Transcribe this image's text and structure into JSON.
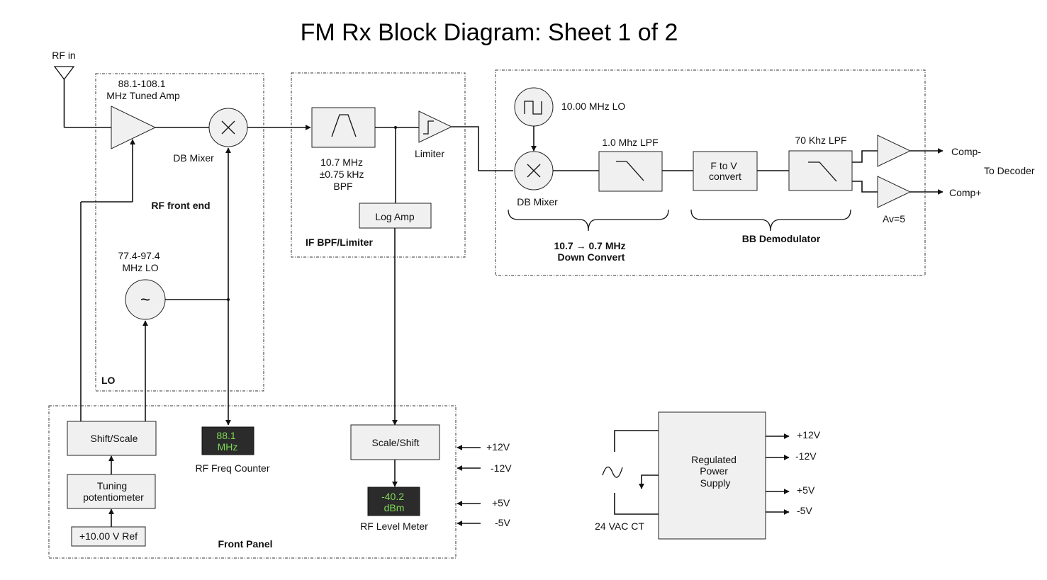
{
  "title": "FM Rx Block Diagram: Sheet 1 of 2",
  "colors": {
    "display_bg": "#2b2b2b",
    "display_text": "#7ed957",
    "block_fill": "#f0f0f0"
  },
  "rf_in": "RF in",
  "groups": {
    "rf_front_end": "RF front end",
    "lo": "LO",
    "if_bpf_limiter": "IF BPF/Limiter",
    "front_panel": "Front Panel",
    "down_convert": [
      "10.7 → 0.7 MHz",
      "Down Convert"
    ],
    "bb_demodulator": "BB Demodulator"
  },
  "blocks": {
    "tuned_amp": [
      "88.1-108.1",
      "MHz Tuned Amp"
    ],
    "db_mixer_1": "DB Mixer",
    "lo_osc": [
      "77.4-97.4",
      "MHz  LO"
    ],
    "lo_osc_symbol": "~",
    "bpf": [
      "10.7 MHz",
      "±0.75 kHz",
      "BPF"
    ],
    "limiter": "Limiter",
    "log_amp": "Log Amp",
    "lo_10mhz": "10.00 MHz LO",
    "db_mixer_2": "DB Mixer",
    "lpf_1mhz": "1.0 Mhz LPF",
    "f_to_v": [
      "F to V",
      "convert"
    ],
    "lpf_70khz": "70 Khz LPF",
    "output_amp_gain": "Av=5",
    "comp_minus": "Comp-",
    "comp_plus": "Comp+",
    "to_decoder": "To Decoder",
    "shift_scale": "Shift/Scale",
    "tuning_pot": [
      "Tuning",
      "potentiometer"
    ],
    "ref": "+10.00 V Ref",
    "freq_counter_value": [
      "88.1",
      "MHz"
    ],
    "freq_counter_label": "RF Freq Counter",
    "scale_shift": "Scale/Shift",
    "level_meter_value": [
      "-40.2",
      "dBm"
    ],
    "level_meter_label": "RF Level Meter",
    "psu": [
      "Regulated",
      "Power",
      "Supply"
    ],
    "psu_input": "24 VAC CT"
  },
  "panel_supplies": [
    "+12V",
    "-12V",
    "+5V",
    "-5V"
  ],
  "psu_outputs": [
    "+12V",
    "-12V",
    "+5V",
    "-5V"
  ]
}
